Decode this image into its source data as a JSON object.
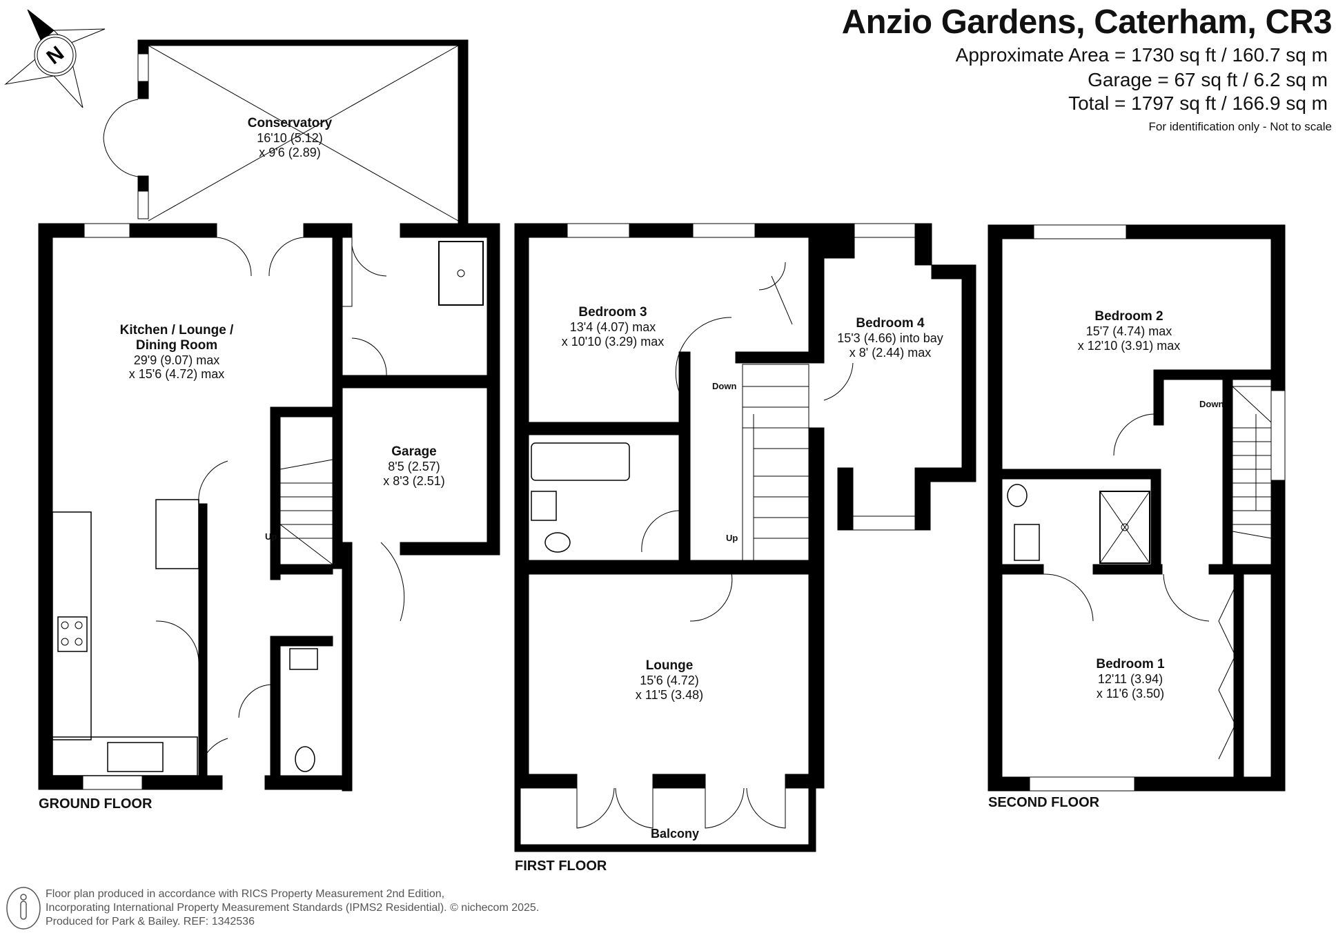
{
  "header": {
    "title": "Anzio Gardens, Caterham, CR3",
    "areas": [
      "Approximate Area = 1730 sq ft / 160.7 sq m",
      "Garage = 67 sq ft / 6.2 sq m",
      "Total = 1797 sq ft / 166.9 sq m"
    ],
    "note": "For identification only - Not to scale"
  },
  "compass": {
    "label": "N",
    "icon": "compass-rose-icon"
  },
  "floors": {
    "ground": {
      "label": "GROUND FLOOR",
      "rooms": [
        {
          "name": "Conservatory",
          "dims": [
            "16'10 (5.12)",
            "x 9'6 (2.89)"
          ]
        },
        {
          "name": "Kitchen / Lounge /",
          "name2": "Dining Room",
          "dims": [
            "29'9 (9.07) max",
            "x 15'6 (4.72) max"
          ]
        },
        {
          "name": "Garage",
          "dims": [
            "8'5 (2.57)",
            "x 8'3 (2.51)"
          ]
        }
      ],
      "stairs": "Up"
    },
    "first": {
      "label": "FIRST FLOOR",
      "rooms": [
        {
          "name": "Bedroom 3",
          "dims": [
            "13'4 (4.07) max",
            "x 10'10 (3.29) max"
          ]
        },
        {
          "name": "Bedroom 4",
          "dims": [
            "15'3 (4.66) into bay",
            "x 8' (2.44) max"
          ]
        },
        {
          "name": "Lounge",
          "dims": [
            "15'6 (4.72)",
            "x 11'5 (3.48)"
          ]
        },
        {
          "name": "Balcony",
          "dims": []
        }
      ],
      "stairs_down": "Down",
      "stairs_up": "Up"
    },
    "second": {
      "label": "SECOND FLOOR",
      "rooms": [
        {
          "name": "Bedroom 2",
          "dims": [
            "15'7 (4.74) max",
            "x 12'10 (3.91) max"
          ]
        },
        {
          "name": "Bedroom 1",
          "dims": [
            "12'11 (3.94)",
            "x 11'6 (3.50)"
          ]
        }
      ],
      "stairs_down": "Down"
    }
  },
  "footer": {
    "lines": [
      "Floor plan produced in accordance with RICS Property Measurement 2nd Edition,",
      "Incorporating International Property Measurement Standards (IPMS2 Residential).   © nichecom 2025.",
      "Produced for Park & Bailey.   REF:  1342536"
    ]
  }
}
